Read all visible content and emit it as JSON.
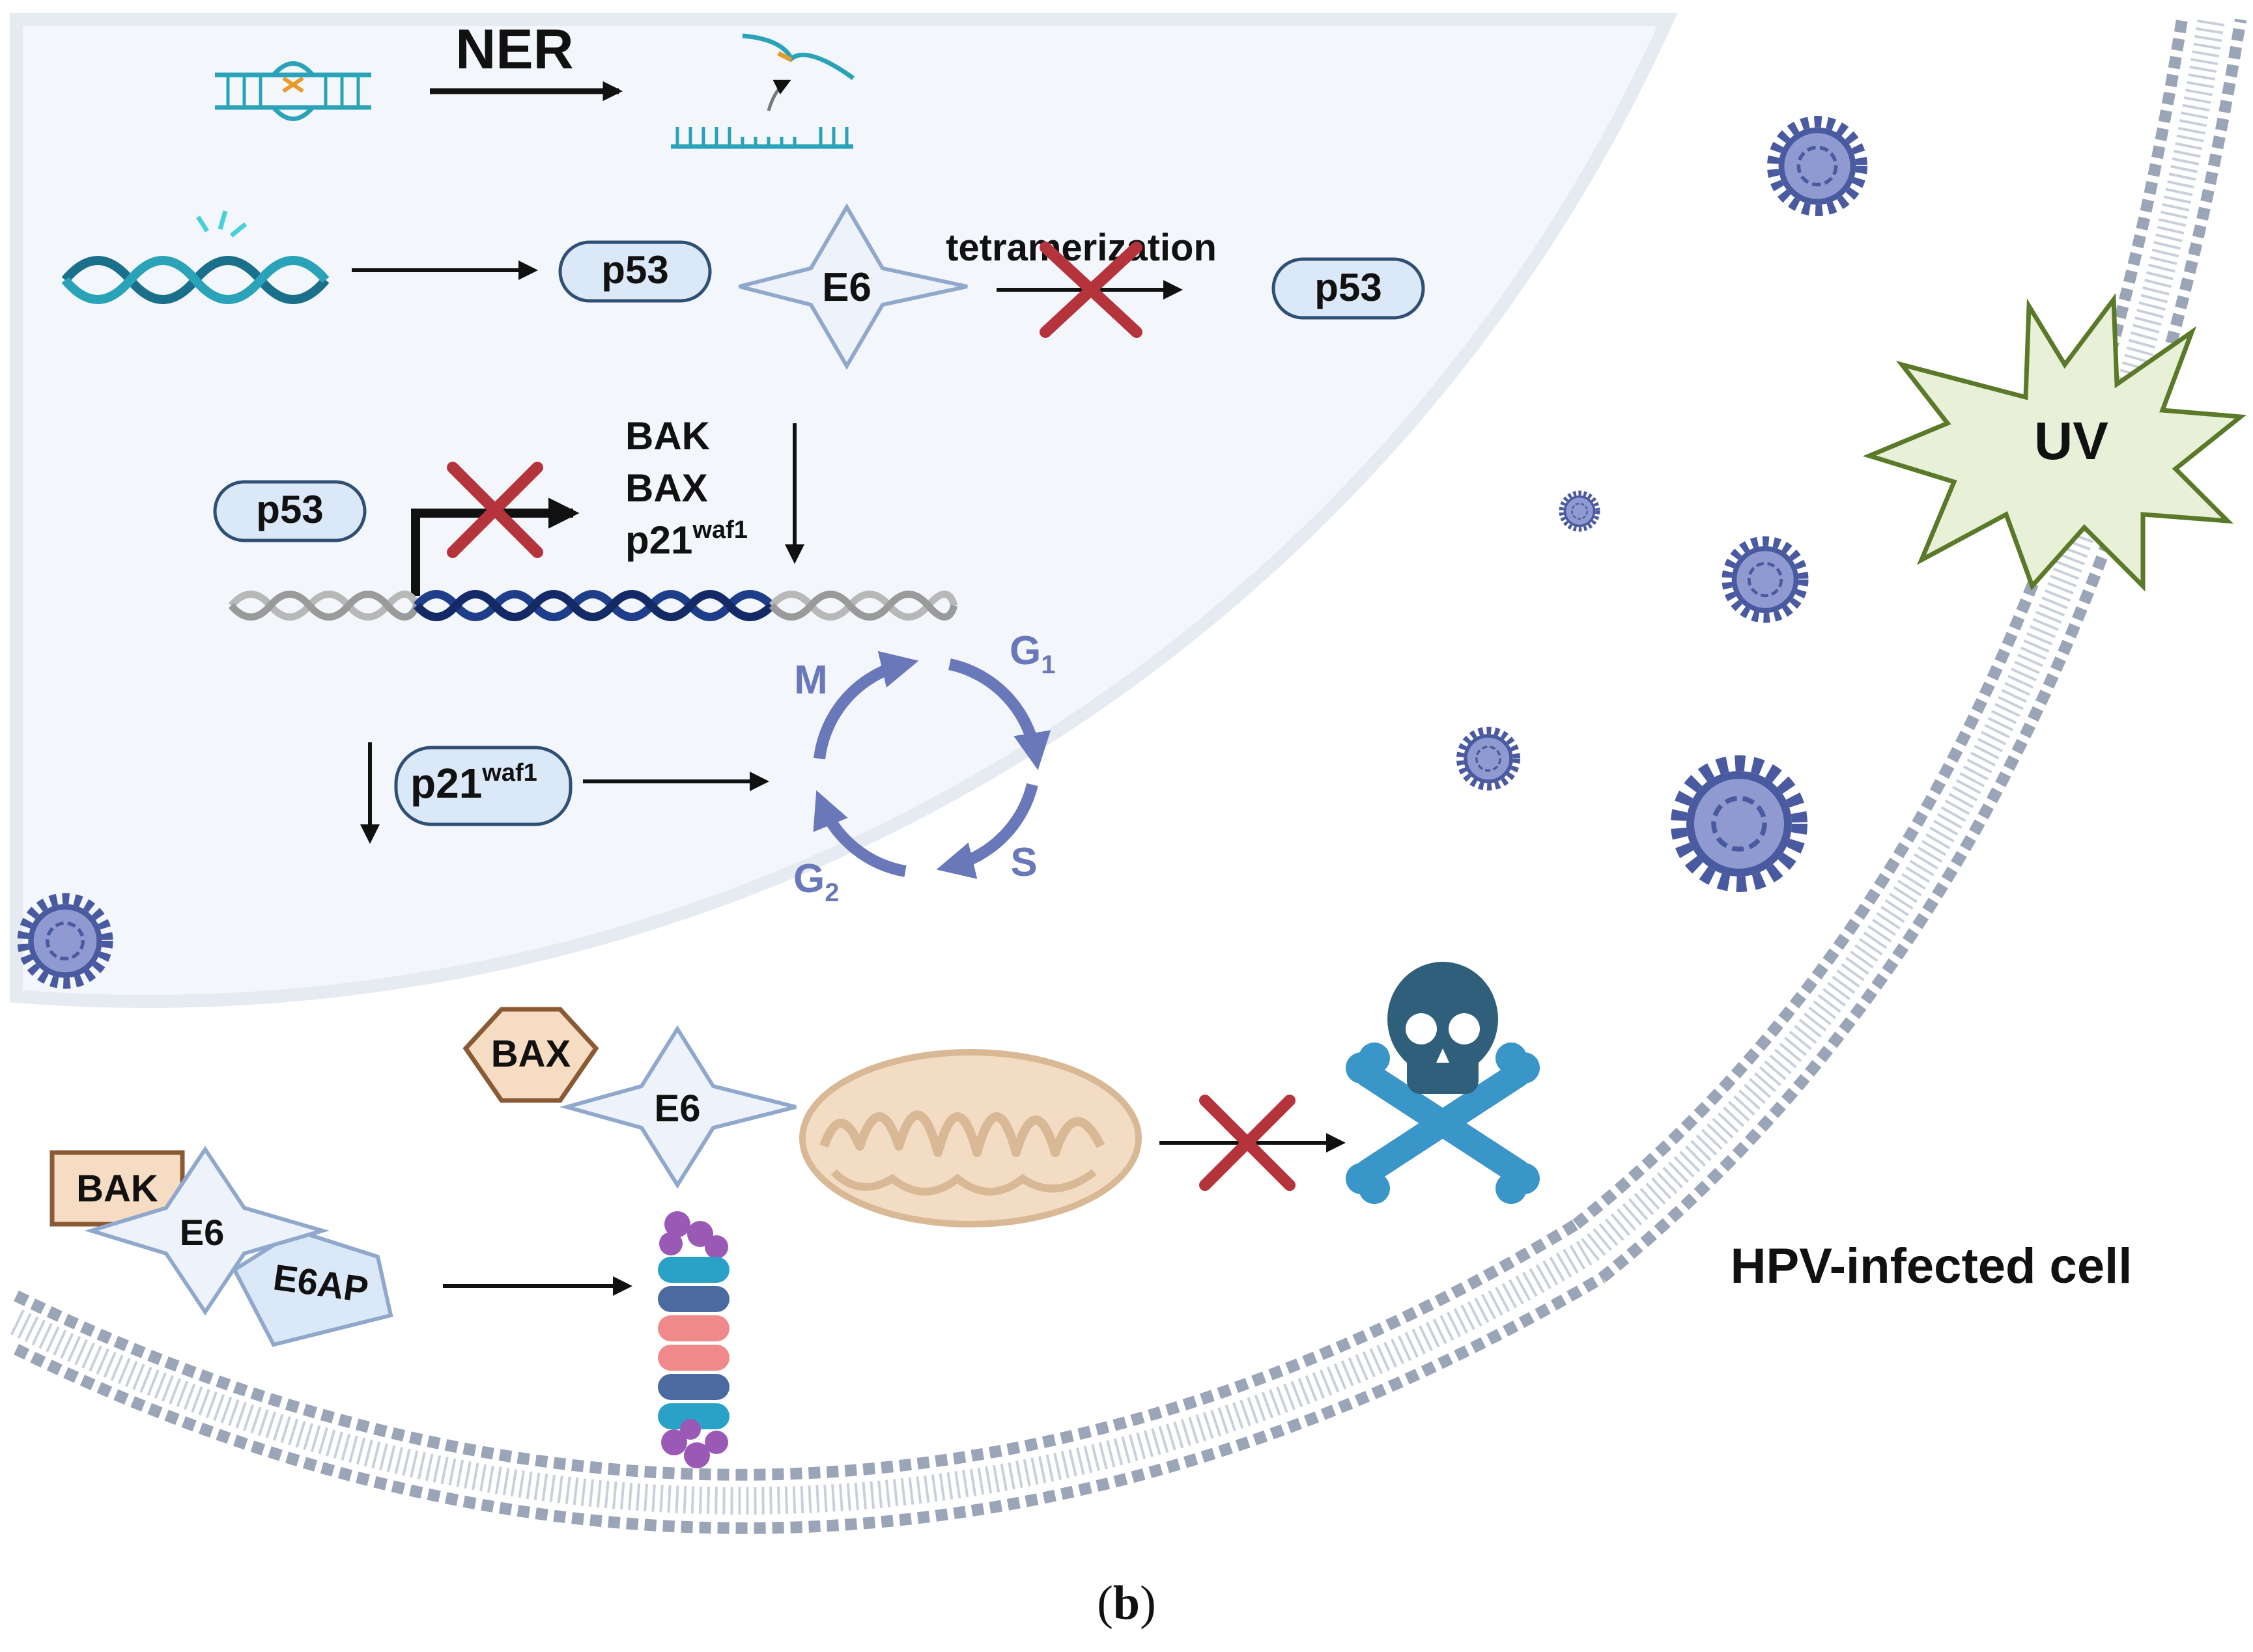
{
  "figure": {
    "caption_label": "b",
    "cell_label": "HPV-infected cell",
    "stimulus": "UV",
    "row_ner": {
      "label": "NER"
    },
    "row_p53_degradation": {
      "p53_left": "p53",
      "e6": "E6",
      "process": "tetramerization",
      "p53_right": "p53"
    },
    "row_transcription": {
      "p53": "p53",
      "targets": [
        "BAK",
        "BAX",
        "p21"
      ],
      "superscript": "waf1"
    },
    "row_cell_cycle": {
      "p21": "p21",
      "superscript": "waf1",
      "phases": {
        "m": "M",
        "g1": "G",
        "g1_sub": "1",
        "s": "S",
        "g2": "G",
        "g2_sub": "2"
      }
    },
    "row_apoptosis": {
      "bax": "BAX",
      "e6": "E6"
    },
    "row_proteasome": {
      "bak": "BAK",
      "e6": "E6",
      "e6ap": "E6AP"
    }
  },
  "colors": {
    "nucleus_fill": "#f3f6fb",
    "nucleus_edge": "#e3e8f0",
    "membrane": "#9aa6b8",
    "protein_fill": "#dbe8f7",
    "protein_edge": "#2f4f75",
    "star_fill": "#eef3fb",
    "star_edge": "#8fa8cc",
    "cycle_arrow": "#6878b8",
    "block_x": "#b5343c",
    "uv_fill": "#e8f0d8",
    "uv_edge": "#5a7a2a",
    "skull": "#2f5f7a",
    "bones": "#3a95c9",
    "mito_fill": "#f2dcc4",
    "mito_edge": "#d9b896",
    "hex_fill": "#f5dcc2",
    "hex_edge": "#8a5a34",
    "virus": "#4a5aa0"
  },
  "icons": [
    "dna-damage-icon",
    "dna-repair-icon",
    "dna-helix-icon",
    "virus-icon",
    "uv-burst-icon",
    "mitochondrion-icon",
    "skull-crossbones-icon",
    "proteasome-icon",
    "block-cross-icon",
    "cell-cycle-icon"
  ]
}
